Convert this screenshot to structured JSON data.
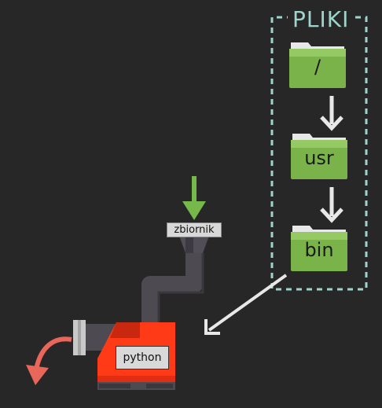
{
  "files_box": {
    "title": "PLIKI",
    "folders": [
      {
        "label": "/"
      },
      {
        "label": "usr"
      },
      {
        "label": "bin"
      }
    ]
  },
  "machine": {
    "tank_label": "zbiornik",
    "engine_label": "python"
  },
  "colors": {
    "background": "#272727",
    "folder_green": "#7ab34a",
    "box_border": "#9ed4cc",
    "input_arrow": "#77b84a",
    "output_arrow": "#e8675a",
    "engine_red": "#ff3a17",
    "pipe": "#4d4a52"
  }
}
